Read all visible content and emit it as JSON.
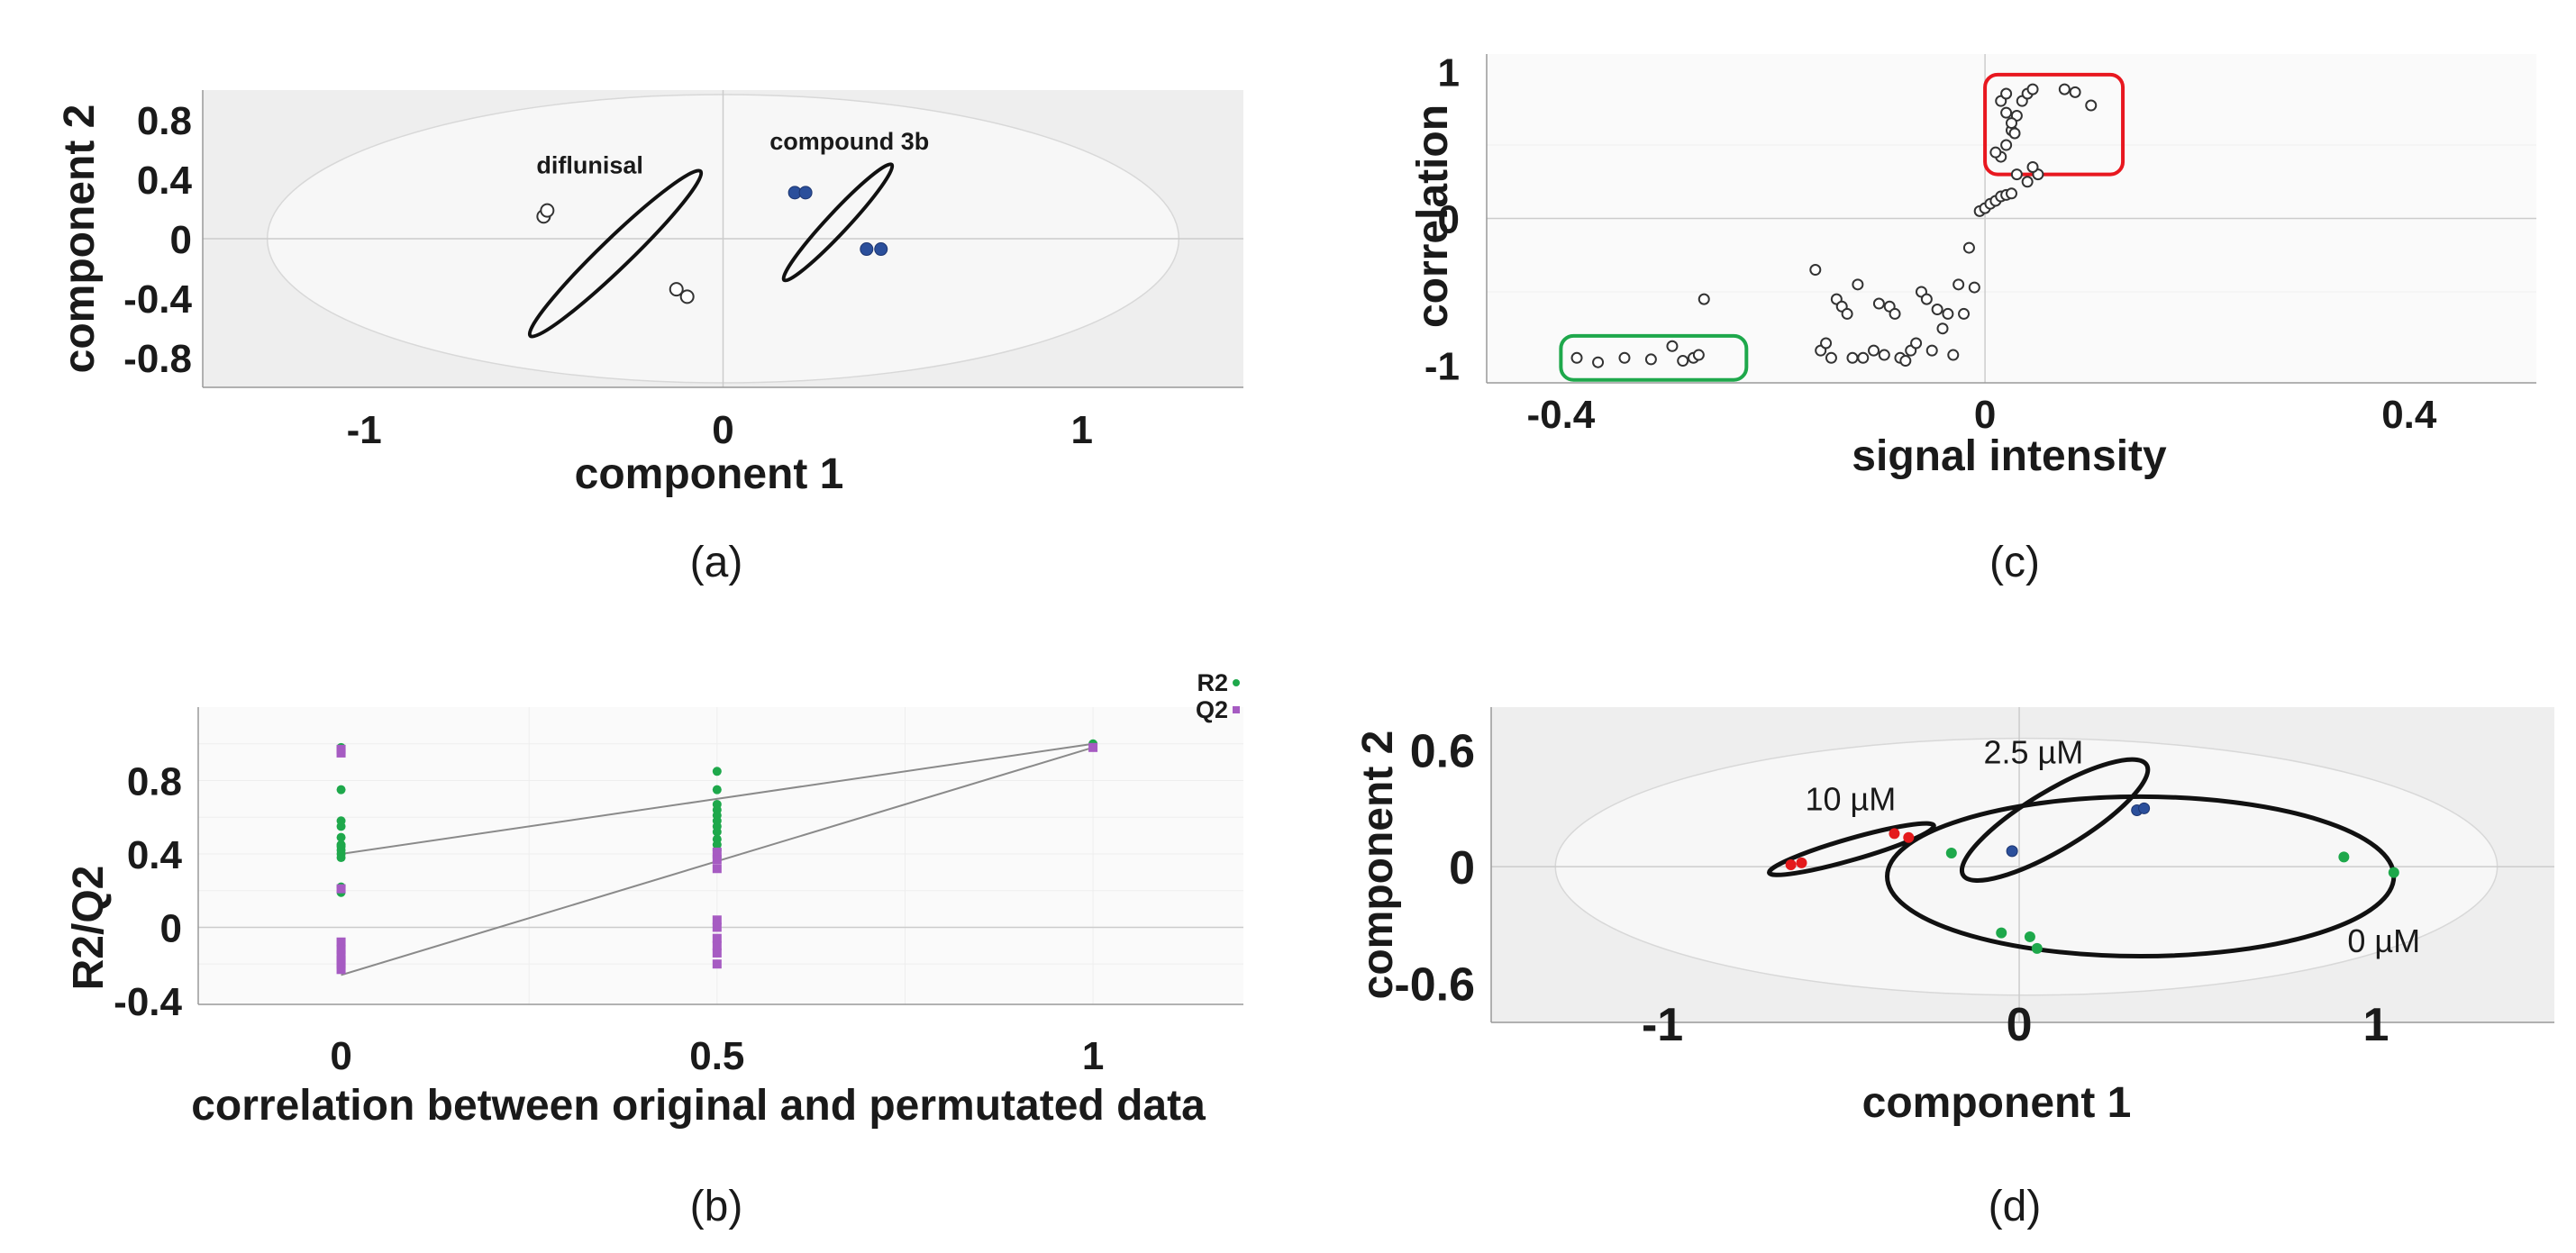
{
  "colors": {
    "plot_bg": "#eeeeee",
    "ellipse_fill": "#f7f7f7",
    "grid": "#cccccc",
    "hollow_point": "#333333",
    "blue_point": "#2b4f9b",
    "green_point": "#1ea84b",
    "purple_point": "#a65bc2",
    "red_point": "#e41a1c",
    "red_box": "#e8171f",
    "green_box": "#1ea84b"
  },
  "panels": {
    "a": {
      "caption": "(a)"
    },
    "b": {
      "caption": "(b)"
    },
    "c": {
      "caption": "(c)"
    },
    "d": {
      "caption": "(d)"
    }
  },
  "chart_data": [
    {
      "id": "a",
      "type": "scatter",
      "xlabel": "component 1",
      "ylabel": "component 2",
      "xlim": [
        -1.45,
        1.45
      ],
      "ylim": [
        -1.0,
        1.0
      ],
      "xticks": [
        -1,
        0,
        1
      ],
      "xtick_labels": [
        "-1",
        "0",
        "1"
      ],
      "yticks": [
        0.8,
        0.4,
        0,
        -0.4,
        -0.8
      ],
      "ytick_labels": [
        "0.8",
        "0.4",
        "0",
        "-0.4",
        "-0.8"
      ],
      "background": "shaded with confidence ellipse",
      "series": [
        {
          "name": "diflunisal",
          "marker": "hollow",
          "x": [
            -0.5,
            -0.49,
            -0.13,
            -0.1
          ],
          "y": [
            0.15,
            0.19,
            -0.34,
            -0.39
          ]
        },
        {
          "name": "compound 3b",
          "marker": "blue",
          "x": [
            0.2,
            0.23,
            0.4,
            0.44
          ],
          "y": [
            0.31,
            0.31,
            -0.07,
            -0.07
          ]
        }
      ],
      "annotations": [
        {
          "text": "diflunisal",
          "x": -0.52,
          "y": 0.44
        },
        {
          "text": "compound 3b",
          "x": 0.13,
          "y": 0.6
        }
      ],
      "group_ellipses": [
        {
          "group": "diflunisal",
          "cx": -0.3,
          "cy": -0.1,
          "rx": 0.33,
          "ry": 0.1,
          "angle": -44
        },
        {
          "group": "compound 3b",
          "cx": 0.32,
          "cy": 0.11,
          "rx": 0.22,
          "ry": 0.07,
          "angle": -47
        }
      ],
      "confidence_ellipse": {
        "cx": 0,
        "cy": 0,
        "rx": 1.27,
        "ry": 0.97
      }
    },
    {
      "id": "b",
      "type": "scatter",
      "xlabel": "correlation between original and permutated data",
      "ylabel": "R2/Q2",
      "xlim": [
        -0.19,
        1.2
      ],
      "ylim": [
        -0.42,
        1.2
      ],
      "xticks": [
        0,
        0.5,
        1
      ],
      "xtick_labels": [
        "0",
        "0.5",
        "1"
      ],
      "yticks": [
        0.8,
        0.4,
        0,
        -0.4
      ],
      "ytick_labels": [
        "0.8",
        "0.4",
        "0",
        "-0.4"
      ],
      "legend": {
        "position": "top-right",
        "entries": [
          "R2",
          "Q2"
        ]
      },
      "series": [
        {
          "name": "R2",
          "marker": "green",
          "x": [
            0,
            0,
            0,
            0,
            0,
            0,
            0,
            0,
            0,
            0,
            0,
            0,
            0.5,
            0.5,
            0.5,
            0.5,
            0.5,
            0.5,
            0.5,
            0.5,
            0.5,
            0.5,
            0.5,
            0.5,
            1
          ],
          "y": [
            0.98,
            0.75,
            0.58,
            0.55,
            0.49,
            0.45,
            0.42,
            0.4,
            0.38,
            0.22,
            0.19,
            0.44,
            0.85,
            0.75,
            0.67,
            0.64,
            0.61,
            0.58,
            0.55,
            0.52,
            0.48,
            0.45,
            0.42,
            0.38,
            1.0
          ]
        },
        {
          "name": "Q2",
          "marker": "purple",
          "x": [
            0,
            0,
            0,
            0,
            0,
            0,
            0,
            0,
            0,
            0.5,
            0.5,
            0.5,
            0.5,
            0.5,
            0.5,
            0.5,
            0.5,
            0.5,
            1
          ],
          "y": [
            0.97,
            0.95,
            0.21,
            -0.08,
            -0.12,
            -0.15,
            -0.18,
            -0.2,
            -0.23,
            0.41,
            0.37,
            0.32,
            0.04,
            0,
            -0.06,
            -0.1,
            -0.14,
            -0.2,
            0.98
          ]
        }
      ],
      "regression_lines": [
        {
          "name": "R2",
          "x": [
            0,
            1
          ],
          "y": [
            0.4,
            1.0
          ]
        },
        {
          "name": "Q2",
          "x": [
            0,
            1
          ],
          "y": [
            -0.26,
            0.98
          ]
        }
      ]
    },
    {
      "id": "c",
      "type": "scatter",
      "xlabel": "signal intensity",
      "ylabel": "correlation",
      "xlim": [
        -0.47,
        0.52
      ],
      "ylim": [
        -1.12,
        1.12
      ],
      "xticks": [
        -0.4,
        0,
        0.4
      ],
      "xtick_labels": [
        "-0.4",
        "0",
        "0.4"
      ],
      "yticks": [
        1,
        0,
        -1
      ],
      "ytick_labels": [
        "1",
        "0",
        "-1"
      ],
      "highlight_boxes": [
        {
          "color": "red",
          "x": [
            0.0,
            0.13
          ],
          "y": [
            0.3,
            0.98
          ]
        },
        {
          "color": "green",
          "x": [
            -0.4,
            -0.225
          ],
          "y": [
            -1.1,
            -0.8
          ]
        }
      ],
      "series": [
        {
          "name": "variables",
          "marker": "hollow",
          "x": [
            -0.385,
            -0.365,
            -0.34,
            -0.315,
            -0.295,
            -0.285,
            -0.275,
            -0.27,
            -0.265,
            -0.16,
            -0.155,
            -0.15,
            -0.145,
            -0.14,
            -0.135,
            -0.13,
            -0.125,
            -0.12,
            -0.115,
            -0.105,
            -0.1,
            -0.095,
            -0.09,
            -0.085,
            -0.08,
            -0.075,
            -0.07,
            -0.065,
            -0.06,
            -0.055,
            -0.05,
            -0.045,
            -0.04,
            -0.035,
            -0.03,
            -0.025,
            -0.02,
            -0.015,
            -0.01,
            -0.005,
            0.0,
            0.005,
            0.01,
            0.015,
            0.02,
            0.025,
            0.015,
            0.02,
            0.025,
            0.03,
            0.035,
            0.04,
            0.045,
            0.05,
            0.075,
            0.085,
            0.1,
            0.01,
            0.015,
            0.02,
            0.025,
            0.028,
            0.03,
            0.02,
            0.04,
            0.045
          ],
          "y": [
            -0.95,
            -0.98,
            -0.95,
            -0.96,
            -0.87,
            -0.97,
            -0.95,
            -0.93,
            -0.55,
            -0.35,
            -0.9,
            -0.85,
            -0.95,
            -0.55,
            -0.6,
            -0.65,
            -0.95,
            -0.45,
            -0.95,
            -0.9,
            -0.58,
            -0.93,
            -0.6,
            -0.65,
            -0.95,
            -0.97,
            -0.9,
            -0.85,
            -0.5,
            -0.55,
            -0.9,
            -0.62,
            -0.75,
            -0.65,
            -0.93,
            -0.45,
            -0.65,
            -0.2,
            -0.47,
            0.05,
            0.07,
            0.1,
            0.12,
            0.15,
            0.16,
            0.17,
            0.42,
            0.5,
            0.6,
            0.7,
            0.8,
            0.85,
            0.88,
            0.3,
            0.88,
            0.86,
            0.77,
            0.45,
            0.8,
            0.72,
            0.65,
            0.58,
            0.3,
            0.85,
            0.25,
            0.35
          ]
        }
      ]
    },
    {
      "id": "d",
      "type": "scatter",
      "xlabel": "component 1",
      "ylabel": "component 2",
      "xlim": [
        -1.48,
        1.5
      ],
      "ylim": [
        -0.8,
        0.82
      ],
      "xticks": [
        -1,
        0,
        1
      ],
      "xtick_labels": [
        "-1",
        "0",
        "1"
      ],
      "yticks": [
        0.6,
        0,
        -0.6
      ],
      "ytick_labels": [
        "0.6",
        "0",
        "-0.6"
      ],
      "background": "shaded with confidence ellipse",
      "series": [
        {
          "name": "10 µM",
          "marker": "red",
          "x": [
            -0.64,
            -0.61,
            -0.35,
            -0.31
          ],
          "y": [
            0.01,
            0.02,
            0.17,
            0.15
          ]
        },
        {
          "name": "2.5 µM",
          "marker": "blue",
          "x": [
            -0.02,
            0.33,
            0.35
          ],
          "y": [
            0.08,
            0.29,
            0.3
          ]
        },
        {
          "name": "0 µM",
          "marker": "green",
          "x": [
            -0.19,
            -0.05,
            0.03,
            0.05,
            0.91,
            1.05
          ],
          "y": [
            0.07,
            -0.34,
            -0.36,
            -0.42,
            0.05,
            -0.03
          ]
        }
      ],
      "annotations": [
        {
          "text": "10 µM",
          "x": -0.6,
          "y": 0.29
        },
        {
          "text": "2.5 µM",
          "x": -0.1,
          "y": 0.53
        },
        {
          "text": "0 µM",
          "x": 0.92,
          "y": -0.44
        }
      ],
      "group_ellipses": [
        {
          "group": "10 µM",
          "cx": -0.47,
          "cy": 0.09,
          "rx": 0.24,
          "ry": 0.055,
          "angle": -16
        },
        {
          "group": "2.5 µM",
          "cx": 0.1,
          "cy": 0.24,
          "rx": 0.3,
          "ry": 0.15,
          "angle": -31
        },
        {
          "group": "0 µM",
          "cx": 0.34,
          "cy": -0.05,
          "rx": 0.71,
          "ry": 0.41,
          "angle": 0
        }
      ],
      "confidence_ellipse": {
        "cx": 0.02,
        "cy": 0,
        "rx": 1.32,
        "ry": 0.66
      }
    }
  ]
}
